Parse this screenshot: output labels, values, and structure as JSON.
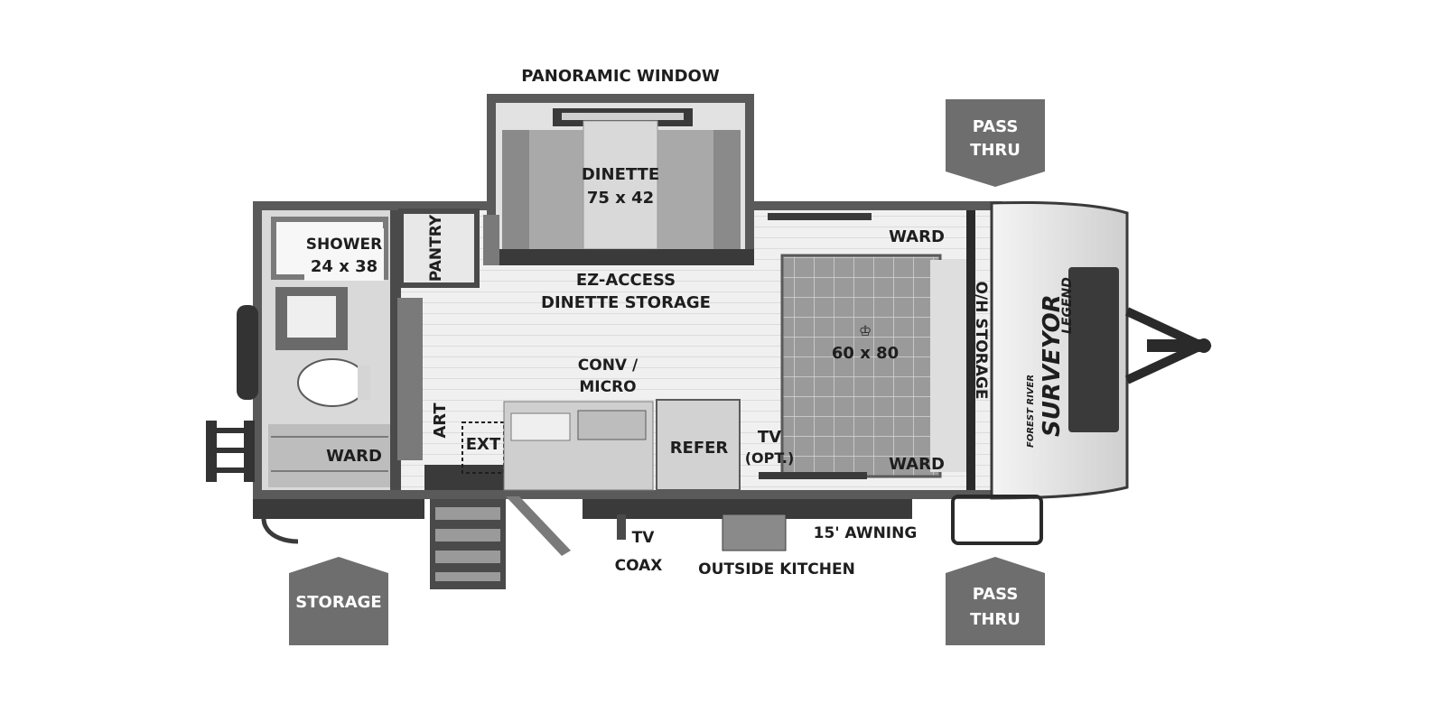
{
  "labels": {
    "panoramic_window": "PANORAMIC WINDOW",
    "dinette_name": "DINETTE",
    "dinette_size": "75 x 42",
    "shower_name": "SHOWER",
    "shower_size": "24 x 38",
    "pantry": "PANTRY",
    "ez_access_1": "EZ-ACCESS",
    "ez_access_2": "DINETTE STORAGE",
    "ward_top": "WARD",
    "ward_bottom_right": "WARD",
    "ward_bath": "WARD",
    "bed_size": "60 x 80",
    "oh_storage": "O/H STORAGE",
    "conv_micro_1": "CONV /",
    "conv_micro_2": "MICRO",
    "art": "ART",
    "ext": "EXT",
    "refer": "REFER",
    "tv_1": "TV",
    "tv_2": "(OPT.)",
    "awning": "15' AWNING",
    "tv_coax_1": "TV",
    "tv_coax_2": "COAX",
    "outside_kitchen": "OUTSIDE KITCHEN"
  },
  "badges": {
    "pass_thru_top_1": "PASS",
    "pass_thru_top_2": "THRU",
    "pass_thru_bottom_1": "PASS",
    "pass_thru_bottom_2": "THRU",
    "storage": "STORAGE"
  },
  "branding": {
    "forest_river": "FOREST RIVER",
    "surveyor": "SURVEYOR",
    "legend": "LEGEND"
  },
  "colors": {
    "badge_fill": "#6e6e6e",
    "wall": "#5a5a5a",
    "floor": "#ededed"
  }
}
